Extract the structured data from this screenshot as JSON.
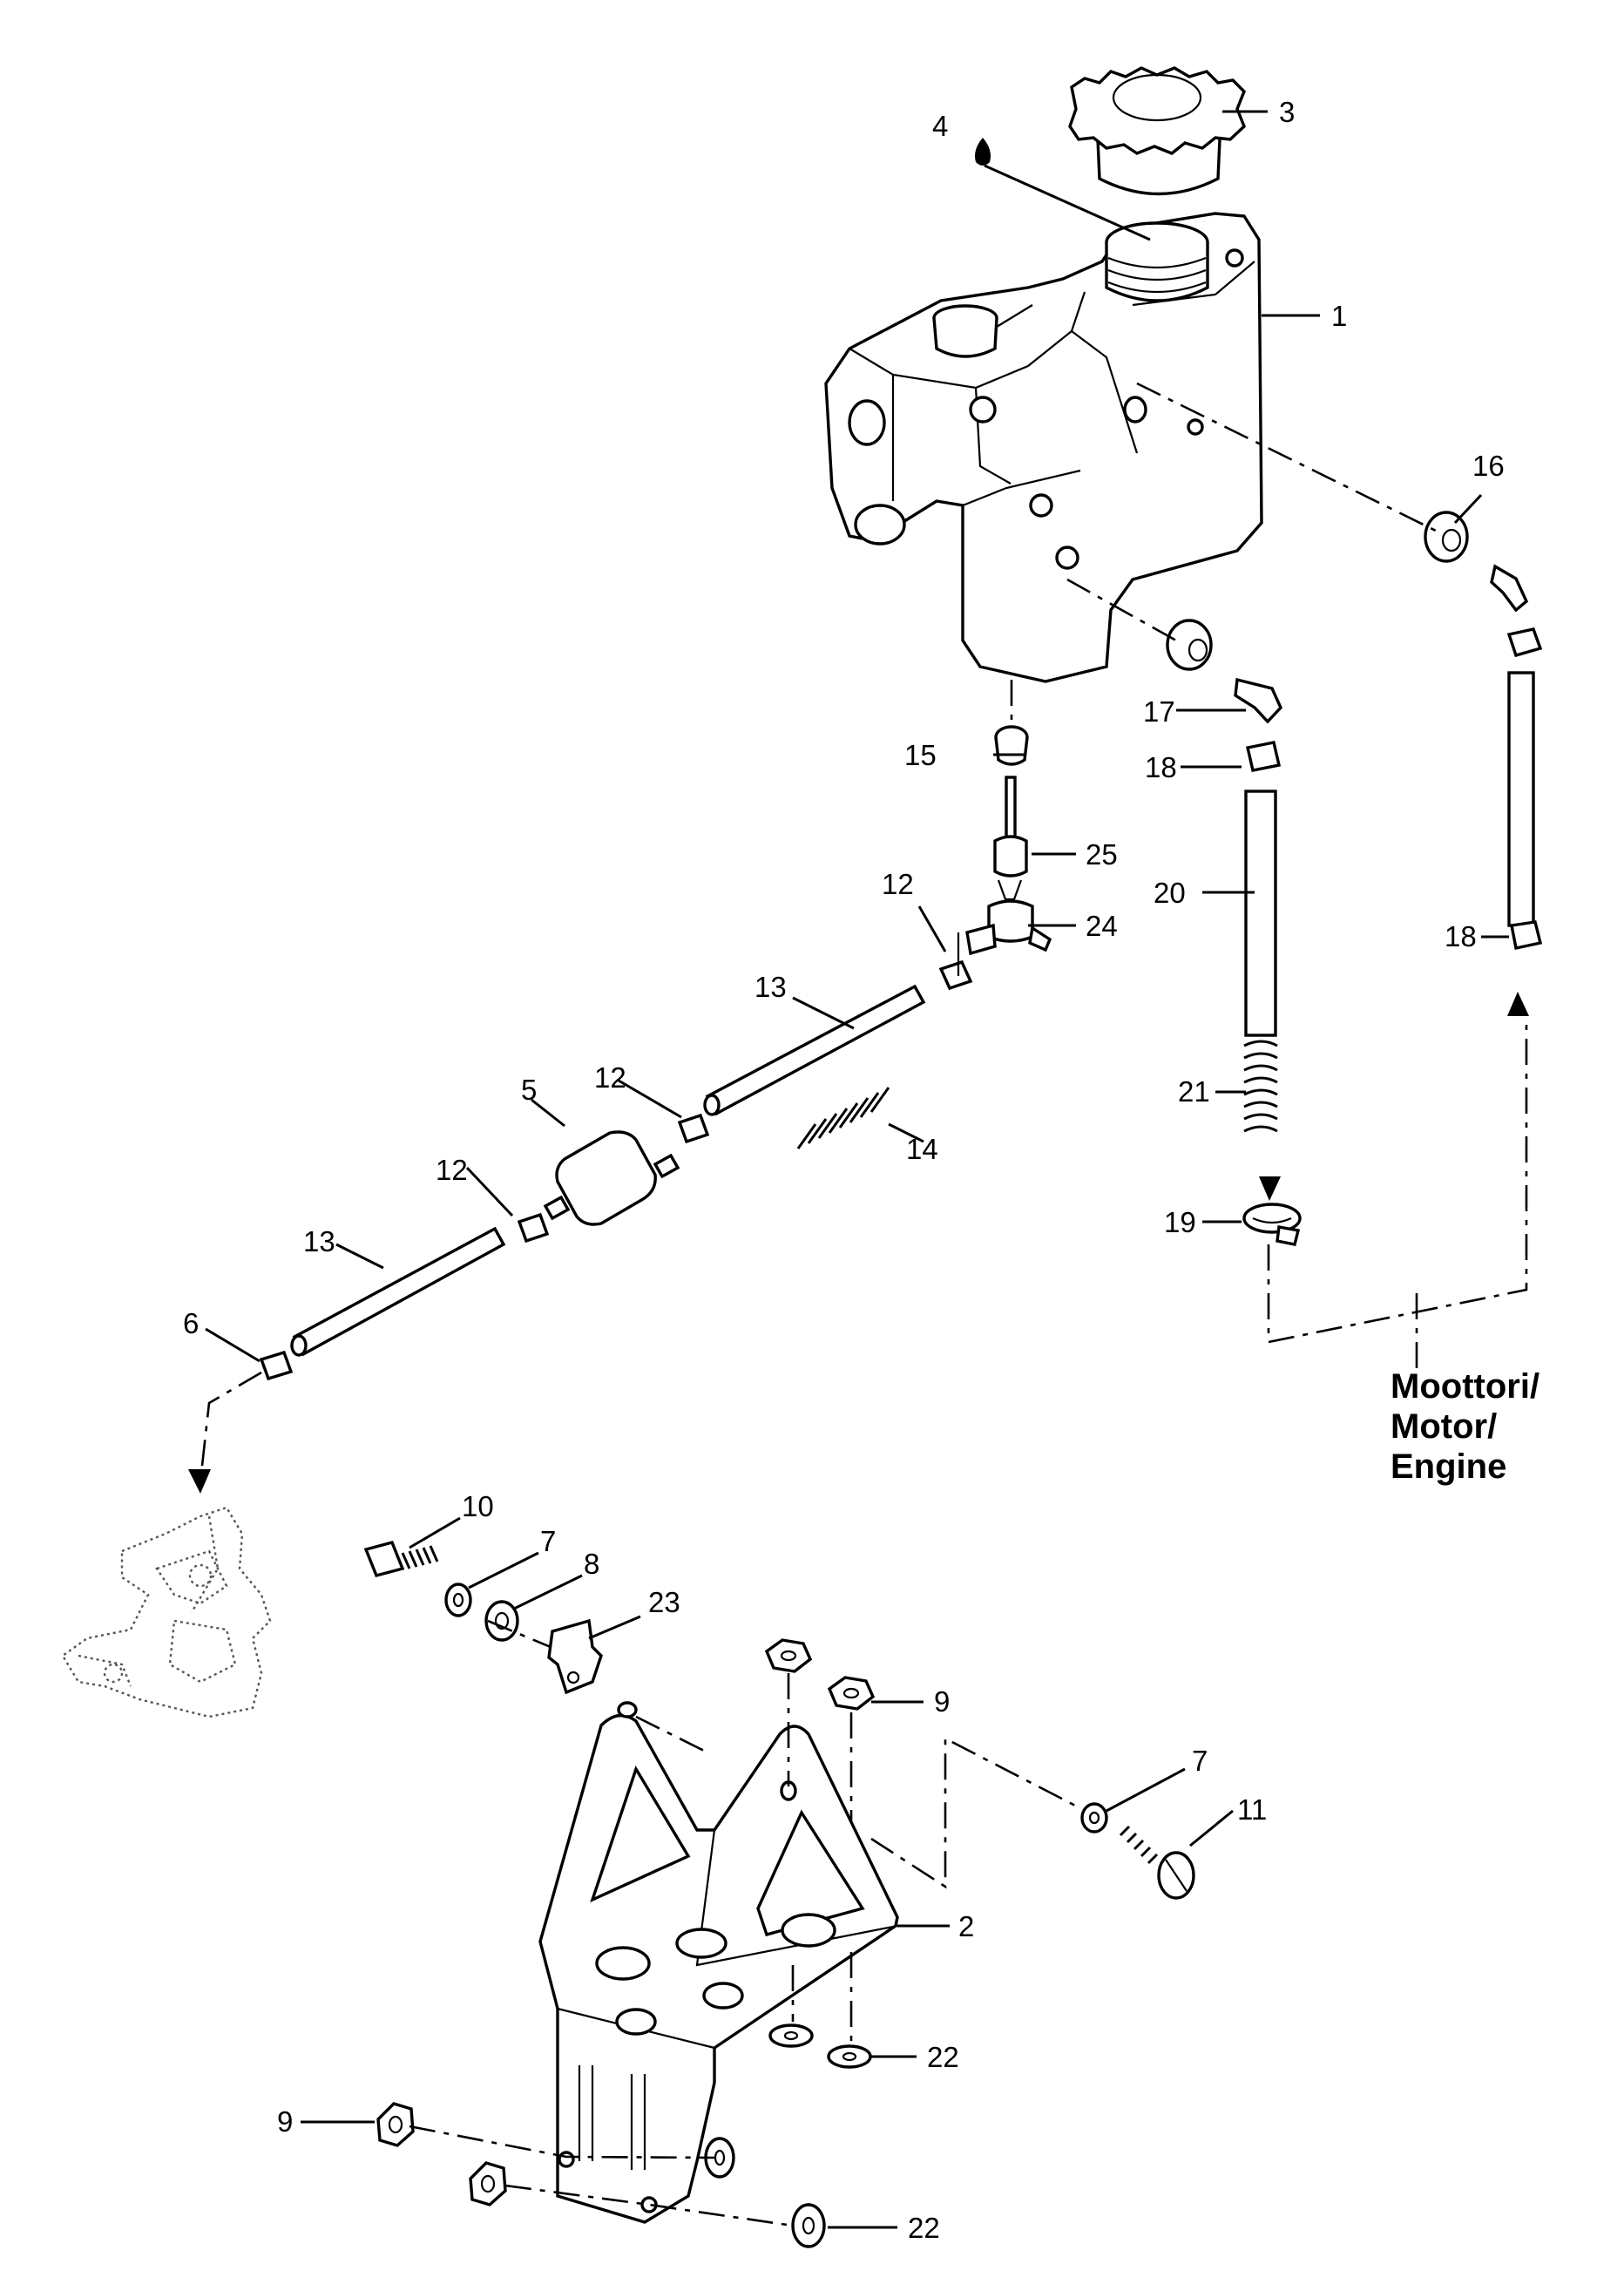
{
  "callouts": [
    {
      "id": "c1",
      "text": "1"
    },
    {
      "id": "c2",
      "text": "2"
    },
    {
      "id": "c3",
      "text": "3"
    },
    {
      "id": "c4",
      "text": "4"
    },
    {
      "id": "c5",
      "text": "5"
    },
    {
      "id": "c6",
      "text": "6"
    },
    {
      "id": "c7a",
      "text": "7"
    },
    {
      "id": "c7b",
      "text": "7"
    },
    {
      "id": "c8",
      "text": "8"
    },
    {
      "id": "c9a",
      "text": "9"
    },
    {
      "id": "c9b",
      "text": "9"
    },
    {
      "id": "c10",
      "text": "10"
    },
    {
      "id": "c11",
      "text": "11"
    },
    {
      "id": "c12a",
      "text": "12"
    },
    {
      "id": "c12b",
      "text": "12"
    },
    {
      "id": "c12c",
      "text": "12"
    },
    {
      "id": "c13a",
      "text": "13"
    },
    {
      "id": "c13b",
      "text": "13"
    },
    {
      "id": "c14",
      "text": "14"
    },
    {
      "id": "c15",
      "text": "15"
    },
    {
      "id": "c16",
      "text": "16"
    },
    {
      "id": "c17",
      "text": "17"
    },
    {
      "id": "c18a",
      "text": "18"
    },
    {
      "id": "c18b",
      "text": "18"
    },
    {
      "id": "c19",
      "text": "19"
    },
    {
      "id": "c20",
      "text": "20"
    },
    {
      "id": "c21",
      "text": "21"
    },
    {
      "id": "c22a",
      "text": "22"
    },
    {
      "id": "c22b",
      "text": "22"
    },
    {
      "id": "c23",
      "text": "23"
    },
    {
      "id": "c24",
      "text": "24"
    },
    {
      "id": "c25",
      "text": "25"
    }
  ],
  "engine_label": {
    "line1": "Moottori/",
    "line2": "Motor/",
    "line3": "Engine"
  }
}
